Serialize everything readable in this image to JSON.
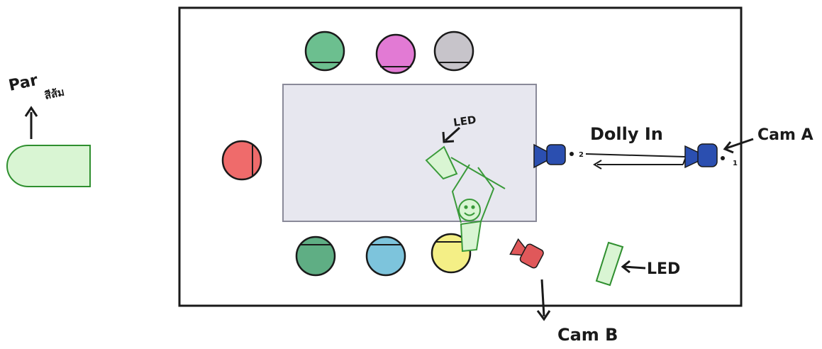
{
  "labels": {
    "par": "Par",
    "par_thai": "สีส้ม",
    "led_top": "LED",
    "dolly": "Dolly In",
    "cam_a": "Cam A",
    "cam_b": "Cam B",
    "led_right": "LED",
    "cam_mark_1": "1",
    "cam_mark_2": "2"
  },
  "colors": {
    "room_border": "#1a1a1a",
    "table_fill": "#e7e7ef",
    "camera_blue": "#2b4fb0",
    "camera_red": "#e0585a",
    "led_green": "#d9f5d3",
    "led_green_stroke": "#2f8f2f"
  },
  "seats_top": [
    {
      "name": "seat-top-1",
      "color": "#6cbf8f"
    },
    {
      "name": "seat-top-2",
      "color": "#e27ad4"
    },
    {
      "name": "seat-top-3",
      "color": "#c7c4ca"
    }
  ],
  "seat_left": {
    "name": "seat-left",
    "color": "#ef6b6b"
  },
  "seats_bottom": [
    {
      "name": "seat-bottom-1",
      "color": "#5fae84"
    },
    {
      "name": "seat-bottom-2",
      "color": "#7dc4dc"
    },
    {
      "name": "seat-bottom-3",
      "color": "#f4ef86"
    }
  ]
}
